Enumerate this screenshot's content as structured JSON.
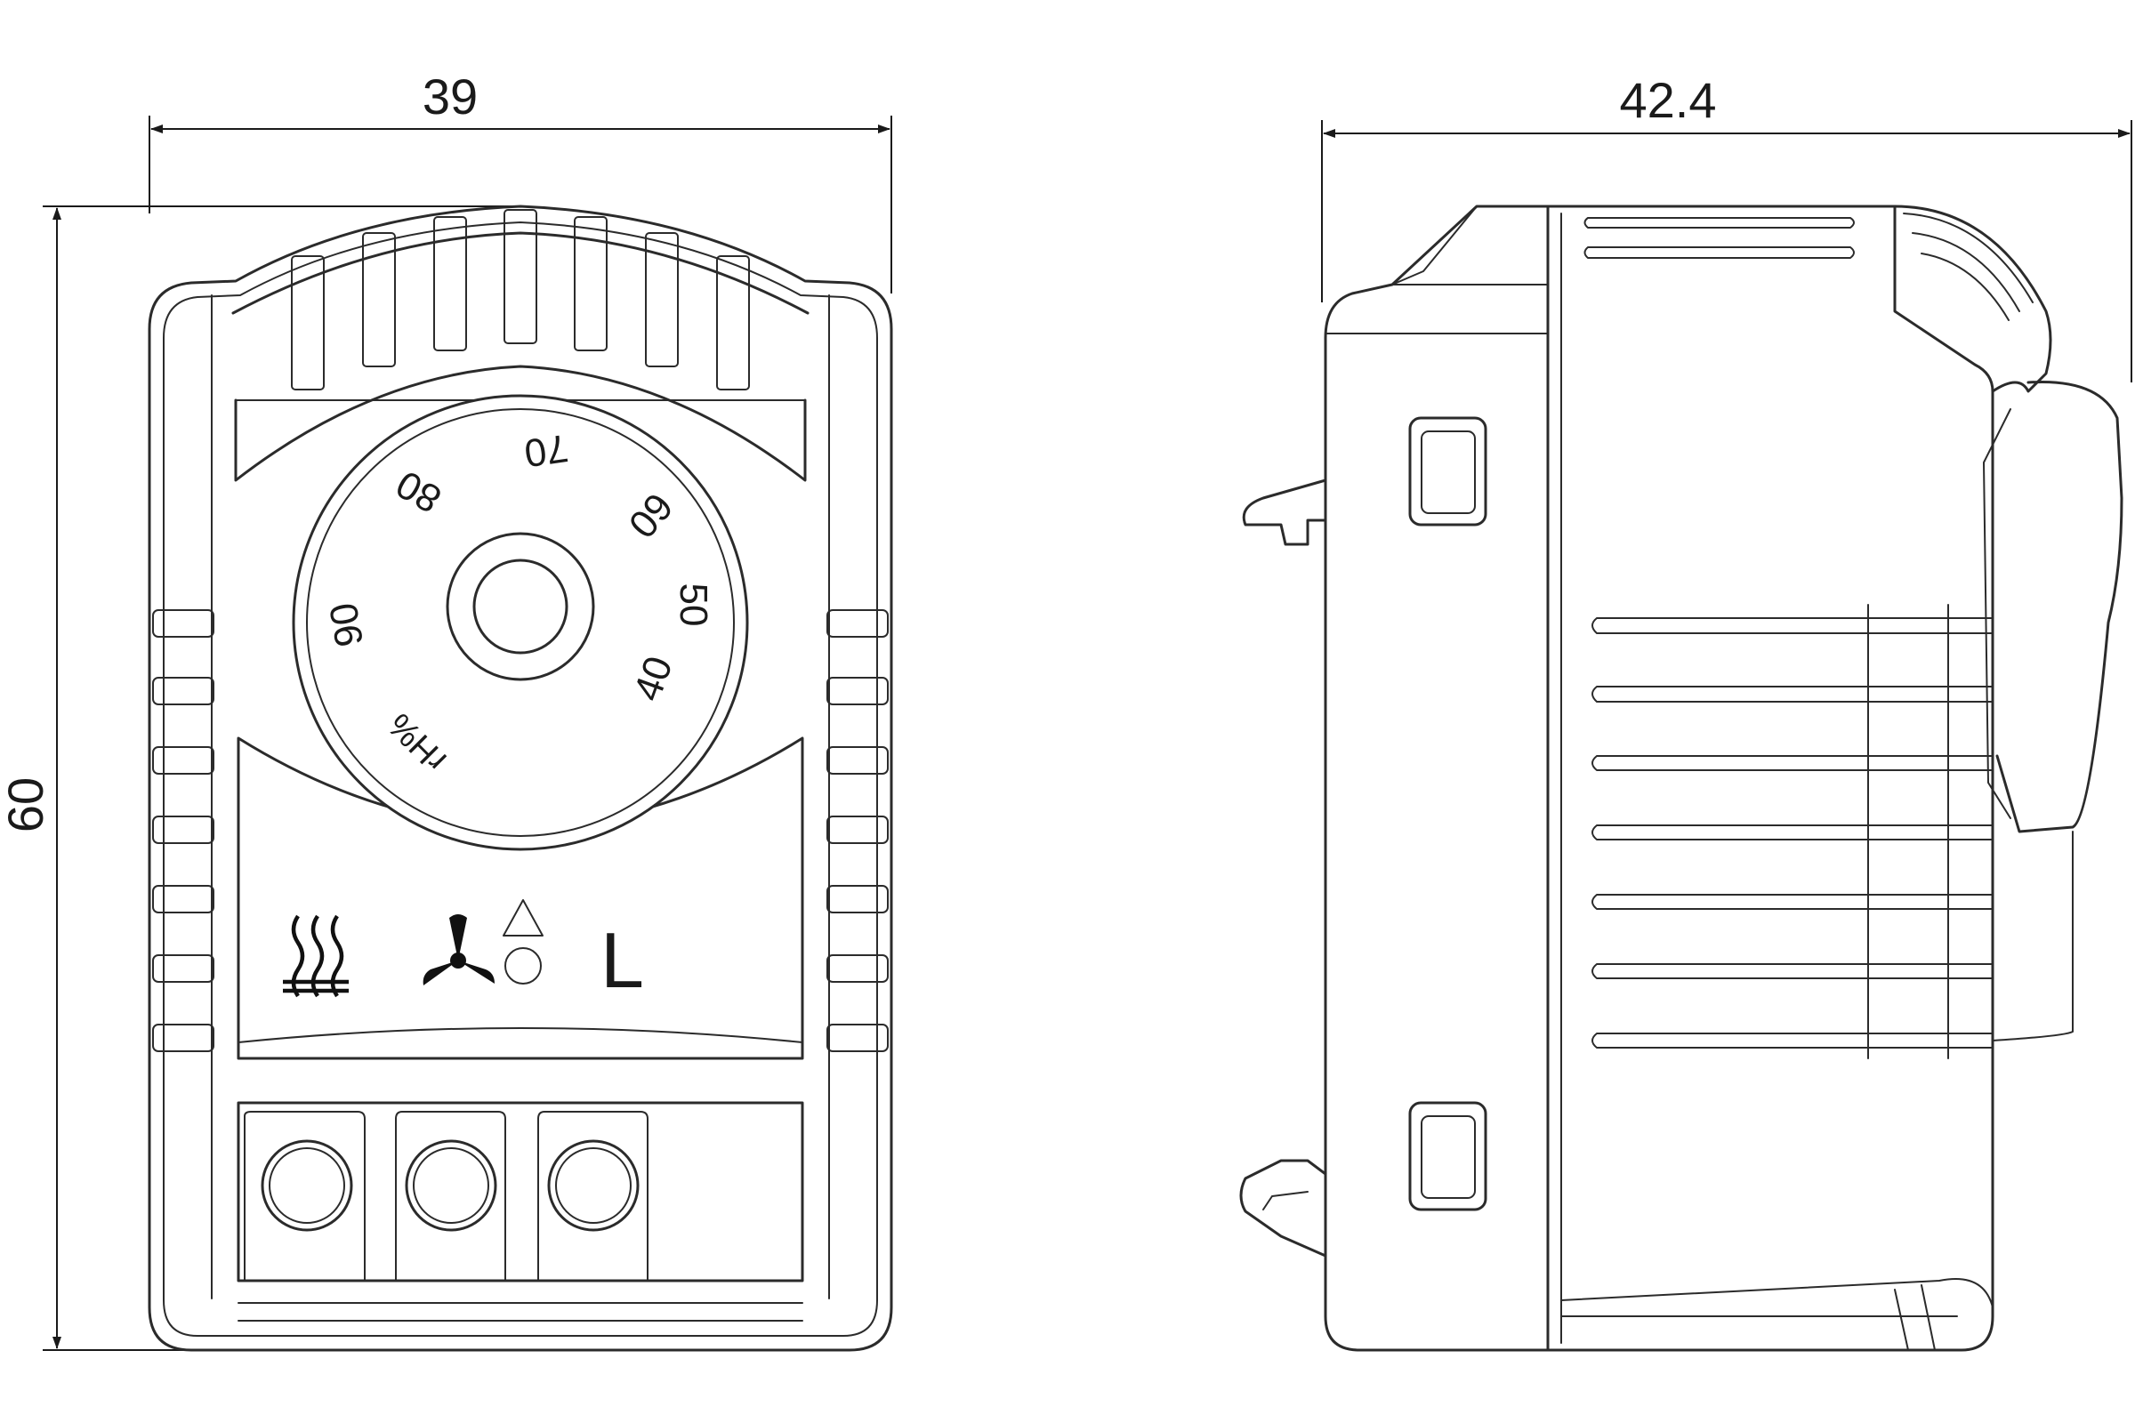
{
  "dimensions": {
    "front_width": "39",
    "front_height": "60",
    "side_depth": "42.4"
  },
  "dial": {
    "scale_labels": [
      "40",
      "50",
      "60",
      "70",
      "80",
      "90"
    ],
    "unit_label": "rH%"
  },
  "front_panel": {
    "heater_symbol": "heater-icon",
    "fan_symbol": "fan-icon",
    "led_symbol": "led-icon",
    "terminal_label": "L"
  },
  "colors": {
    "line": "#2b2b2b",
    "background": "#ffffff"
  }
}
